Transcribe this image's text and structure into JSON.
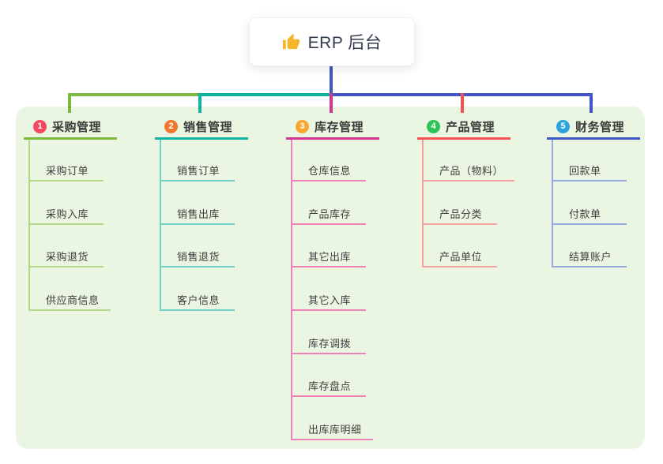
{
  "root": {
    "title": "ERP 后台",
    "icon": "thumbs-up"
  },
  "branches": [
    {
      "index": "1",
      "label": "采购管理",
      "badge_color": "#f4485e",
      "line_color": "#7cb83d",
      "item_line_color": "#b3d887",
      "items": [
        "采购订单",
        "采购入库",
        "采购退货",
        "供应商信息"
      ]
    },
    {
      "index": "2",
      "label": "销售管理",
      "badge_color": "#f2772e",
      "line_color": "#10b4a2",
      "item_line_color": "#74d0c4",
      "items": [
        "销售订单",
        "销售出库",
        "销售退货",
        "客户信息"
      ]
    },
    {
      "index": "3",
      "label": "库存管理",
      "badge_color": "#f7a82c",
      "line_color": "#d23690",
      "item_line_color": "#ee82b8",
      "items": [
        "仓库信息",
        "产品库存",
        "其它出库",
        "其它入库",
        "库存调拨",
        "库存盘点",
        "出库库明细"
      ]
    },
    {
      "index": "4",
      "label": "产品管理",
      "badge_color": "#2dc358",
      "line_color": "#f25350",
      "item_line_color": "#f4a19f",
      "items": [
        "产品（物料）",
        "产品分类",
        "产品单位"
      ]
    },
    {
      "index": "5",
      "label": "财务管理",
      "badge_color": "#2aa2e0",
      "line_color": "#3f58c4",
      "item_line_color": "#97abdf",
      "items": [
        "回款单",
        "付款单",
        "结算账户"
      ]
    }
  ],
  "palette": {
    "canvas_bg": "#ffffff",
    "panel_bg": "#ebf6e2",
    "stem_color": "#4455c9",
    "icon_color": "#f6b62b",
    "title_color": "#323c50",
    "header_text_color": "#3a3a3a",
    "item_text_color": "#3e3e3e"
  }
}
